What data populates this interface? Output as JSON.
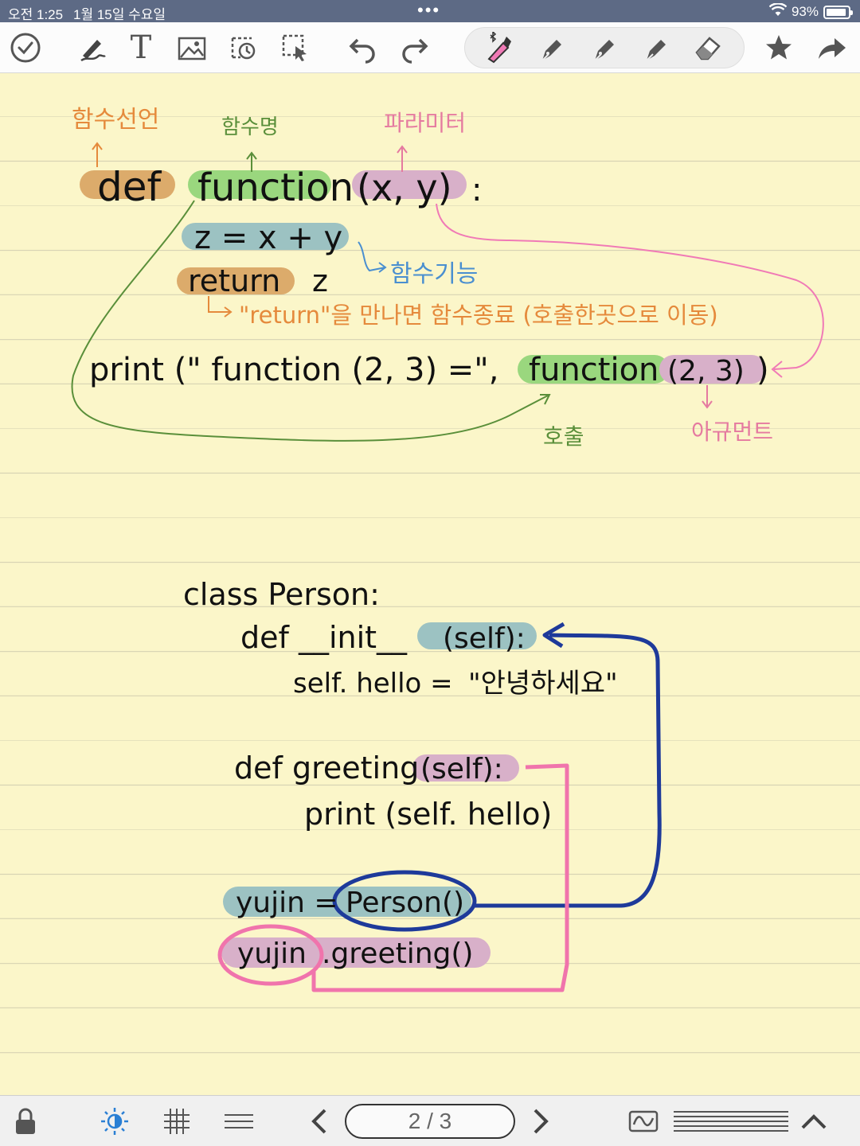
{
  "status_bar": {
    "time": "오전 1:25",
    "date": "1월 15일 수요일",
    "dots": "•••",
    "battery": "93%",
    "battery_level": 0.93
  },
  "toolbar": {
    "text_tool": "T",
    "tools": [
      "done-icon",
      "pen-icon",
      "text-icon",
      "image-icon",
      "lasso-icon",
      "select-icon",
      "undo-icon",
      "redo-icon",
      "bluetooth-pen-icon",
      "fountain-pen-icon",
      "ballpoint-pen-icon",
      "brush-pen-icon",
      "eraser-icon",
      "star-icon",
      "share-icon"
    ]
  },
  "note": {
    "function_section": {
      "label_def": "함수선언",
      "label_name": "함수명",
      "label_param": "파라미터",
      "code_def": "def",
      "code_function": "function",
      "code_params": "(x, y)",
      "code_colon": ":",
      "line_z": "z = x + y",
      "line_return": "return",
      "line_return_var": "z",
      "label_feature": "함수기능",
      "return_note": "\"return\"을 만나면 함수종료 (호출한곳으로 이동)",
      "print_prefix": "print (\" function (2, 3) =\",",
      "print_call_name": "function",
      "print_call_args": "(2, 3)",
      "print_close": ")",
      "label_call": "호출",
      "label_argument": "아규먼트"
    },
    "class_section": {
      "line_class": "class Person:",
      "line_init": "def __init__",
      "line_init_args": "(self):",
      "line_hello_prefix": "self. hello = ",
      "line_hello_value": "\"안녕하세요\"",
      "line_greeting": "def greeting",
      "line_greeting_args": "(self):",
      "line_print": "print (self. hello)",
      "line_yujin": "yujin = ",
      "line_person": "Person()",
      "line_call_obj": "yujin",
      "line_call_method": ".greeting()"
    },
    "colors": {
      "orange_label": "#e58a3c",
      "green_label": "#5a8f3a",
      "pink_label": "#e57aa0",
      "blue_label": "#4a8fd0",
      "highlight_orange": "#dcab6b",
      "highlight_green": "#9ad77e",
      "highlight_pink": "#d8b0c9",
      "highlight_teal": "#9cc2c2",
      "navy_arrow": "#1e3a9a",
      "pink_arrow": "#f074ac"
    }
  },
  "bottom_bar": {
    "page_indicator": "2 / 3",
    "icons": [
      "lock-icon",
      "brightness-icon",
      "grid-icon",
      "lines-icon",
      "prev-page-icon",
      "next-page-icon",
      "template-icon",
      "page-list-icon",
      "collapse-icon"
    ]
  }
}
